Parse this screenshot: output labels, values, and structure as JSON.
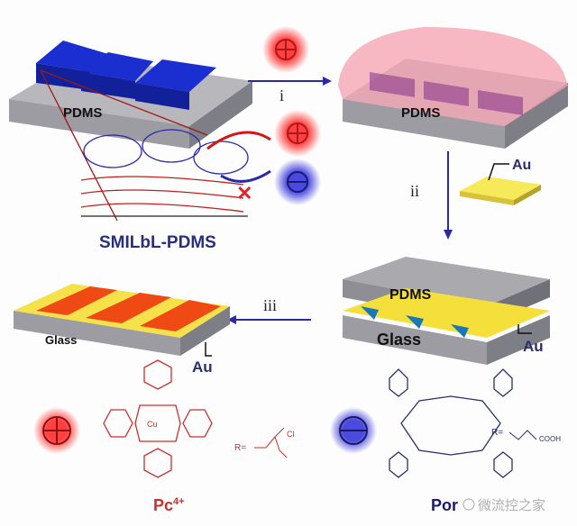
{
  "labels": {
    "pdms_top_left": "PDMS",
    "pdms_top_right": "PDMS",
    "pdms_mid_right": "PDMS",
    "step_i": "i",
    "step_ii": "ii",
    "step_iii": "iii",
    "au_chip": "Au",
    "au_mid_right": "Au",
    "au_mid_left": "Au",
    "glass_right": "Glass",
    "glass_left": "Glass",
    "smilbl": "SMILbL-PDMS",
    "pc_name": "Pc",
    "pc_charge": "4+",
    "por_name": "Por",
    "pc_r": "R=",
    "pc_cl": "Cl",
    "pc_cu": "Cu",
    "por_r": "R=",
    "por_cooh": "COOH",
    "watermark": "微流控之家"
  },
  "colors": {
    "positive": "#e0252a",
    "negative": "#2a2aa8",
    "pattern_red": "#f04a14",
    "gold": "#f5e24a",
    "pdms_gray": "#a9a9ae",
    "molecule_red": "#c8302e",
    "molecule_blue": "#2a2f6a"
  }
}
